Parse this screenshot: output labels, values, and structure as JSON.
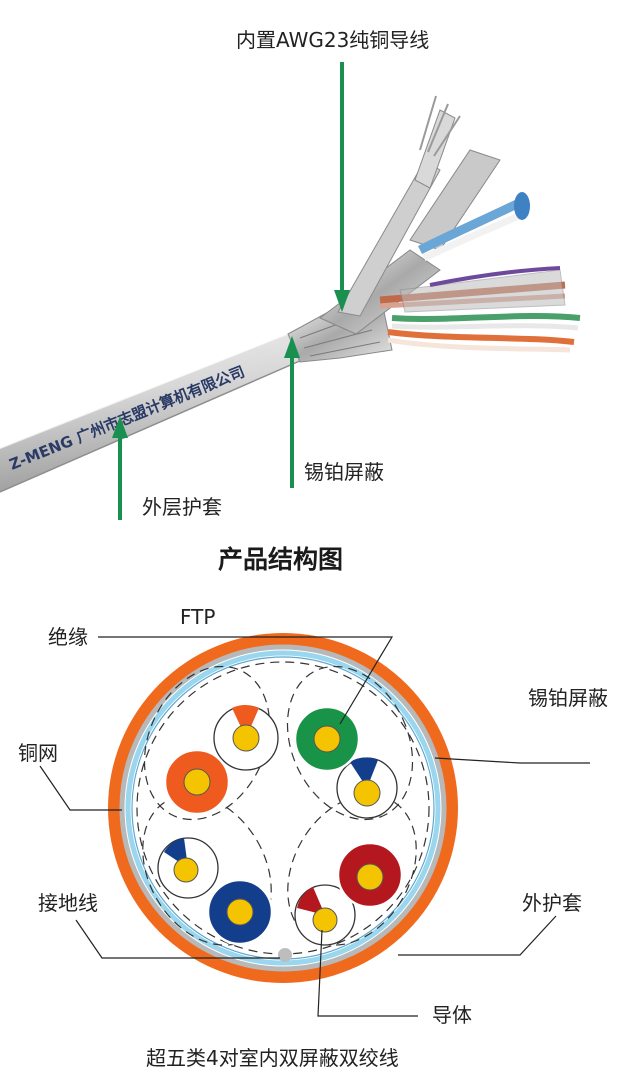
{
  "photo": {
    "labels": {
      "conductor": "内置AWG23纯铜导线",
      "foil": "锡铂屏蔽",
      "jacket": "外层护套"
    },
    "jacket_print": "Z-MENG 广州市志盟计算机有限公司"
  },
  "section_title": "产品结构图",
  "cross_section": {
    "labels": {
      "ftp": "FTP",
      "insulation": "绝缘",
      "copper_mesh": "铜网",
      "foil": "锡铂屏蔽",
      "drain": "接地线",
      "jacket": "外护套",
      "conductor": "导体"
    }
  },
  "caption": "超五类4对室内双屏蔽双绞线",
  "colors": {
    "jacket": "#f06a1e",
    "foil": "#9ad6ee",
    "arrow": "#1a9050",
    "orange": "#ef5a1f",
    "green": "#199347",
    "blue": "#123e8c",
    "brown": "#b5171f",
    "gold": "#f5c400"
  }
}
